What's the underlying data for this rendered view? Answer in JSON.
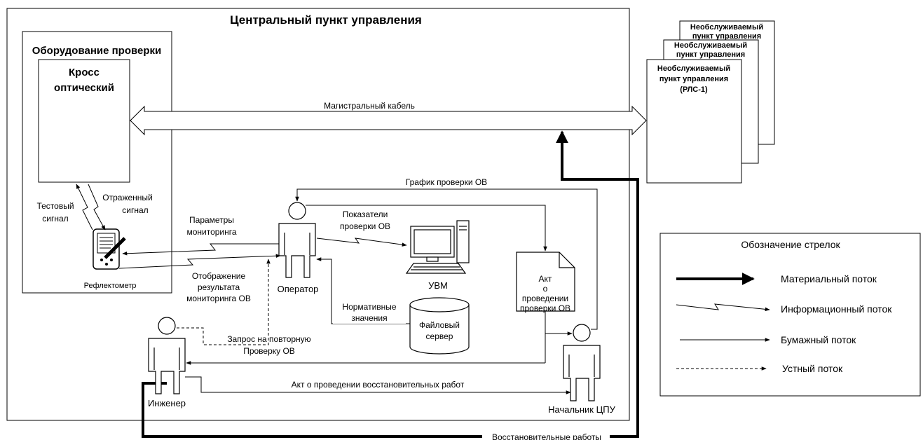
{
  "central_unit": {
    "title": "Центральный пункт управления"
  },
  "equipment": {
    "title": "Оборудование проверки",
    "cross_line1": "Кросс",
    "cross_line2": "оптический",
    "reflectometer": "Рефлектометр",
    "test_signal": [
      "Тестовый",
      "сигнал"
    ],
    "reflected_signal": [
      "Отраженный",
      "сигнал"
    ]
  },
  "remote_units": {
    "back": [
      "Необслуживаемый",
      "пункт управления"
    ],
    "middle": [
      "Необслуживаемый",
      "пункт управления"
    ],
    "front": [
      "Необслуживаемый",
      "пункт управления",
      "(РЛС-1)"
    ]
  },
  "labels": {
    "trunk_cable": "Магистральный кабель",
    "check_schedule": "График проверки ОВ",
    "monitoring_params": [
      "Параметры",
      "мониторинга"
    ],
    "monitoring_display": [
      "Отображение",
      "результата",
      "мониторинга ОВ"
    ],
    "check_indicators": [
      "Показатели",
      "проверки ОВ"
    ],
    "normative_values": [
      "Нормативные",
      "значения"
    ],
    "recheck_request": [
      "Запрос на повторную",
      "Проверку ОВ"
    ],
    "restoration_act": "Акт о проведении восстановительных работ",
    "restoration_works": "Восстановительные работы"
  },
  "actors": {
    "operator": "Оператор",
    "engineer": "Инженер",
    "chief": "Начальник ЦПУ"
  },
  "objects": {
    "computer": "УВМ",
    "file_server": [
      "Файловый",
      "сервер"
    ],
    "check_act": [
      "Акт",
      "о",
      "проведении",
      "проверки ОВ"
    ]
  },
  "legend": {
    "title": "Обозначение стрелок",
    "items": [
      {
        "label": "Материальный поток",
        "style": "thick"
      },
      {
        "label": "Информационный поток",
        "style": "zigzag"
      },
      {
        "label": "Бумажный поток",
        "style": "thin"
      },
      {
        "label": "Устный поток",
        "style": "dashed"
      }
    ]
  }
}
